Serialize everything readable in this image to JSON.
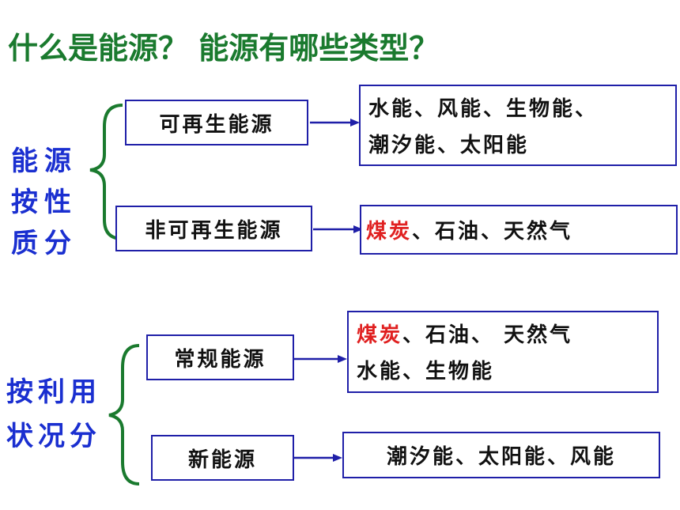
{
  "title": "什么是能源？  能源有哪些类型？",
  "group1": {
    "label_lines": [
      "能源",
      "按性",
      "质分"
    ],
    "renewable": {
      "label": "可再生能源",
      "desc_line1": "水能、风能、生物能、",
      "desc_line2": "潮汐能、太阳能"
    },
    "nonrenewable": {
      "label": "非可再生能源",
      "coal": "煤炭",
      "desc_rest": "、石油、天然气"
    }
  },
  "group2": {
    "label_lines": [
      "按利用",
      "状况分"
    ],
    "conventional": {
      "label": "常规能源",
      "coal": "煤炭",
      "desc_rest": "、石油、 天然气",
      "desc_line2": "水能、生物能"
    },
    "new": {
      "label": "新能源",
      "desc": "潮汐能、太阳能、风能"
    }
  },
  "colors": {
    "title": "#1a7a2e",
    "side_label": "#1a2fd0",
    "box_border": "#1f1fa8",
    "brace": "#1a7a2e",
    "highlight": "#e02020"
  }
}
